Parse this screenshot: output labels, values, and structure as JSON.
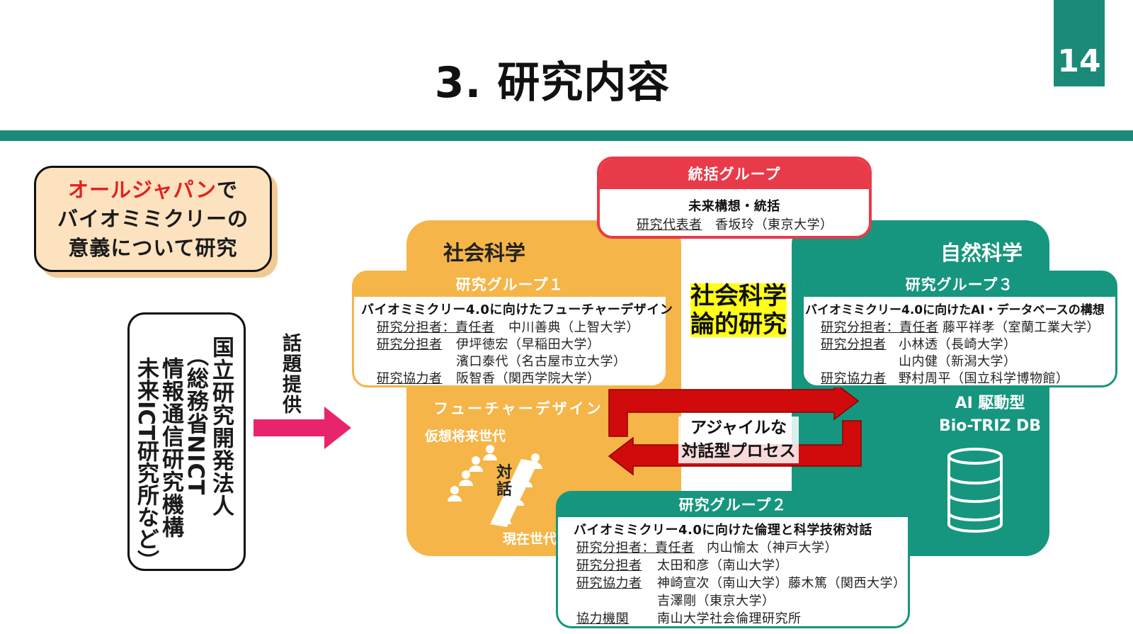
{
  "header": {
    "title": "3. 研究内容",
    "page_number": "14"
  },
  "left": {
    "all_japan_red": "オールジャパン",
    "all_japan_rest": "で",
    "all_japan_line2": "バイオミミクリーの",
    "all_japan_line3": "意義について研究",
    "org_lines": [
      "国立研究開発法人",
      "（総務省NICT",
      "情報通信研究機構",
      "未来ICT研究所など）"
    ],
    "topic_label": "話題提供"
  },
  "panels": {
    "social_title": "社会科学",
    "natural_title": "自然科学"
  },
  "control_group": {
    "title": "統括グループ",
    "subtitle": "未来構想・統括",
    "role": "研究代表者",
    "person": "香坂玲（東京大学）"
  },
  "group1": {
    "title": "研究グループ１",
    "theme": "バイオミミクリー4.0に向けたフューチャーデザイン",
    "lines": [
      {
        "role": "研究分担者：責任者",
        "person": "中川善典（上智大学）"
      },
      {
        "role": "研究分担者",
        "person": "伊坪徳宏（早稲田大学）"
      },
      {
        "role": "",
        "person": "濱口泰代（名古屋市立大学）"
      },
      {
        "role": "研究協力者",
        "person": "阪智香（関西学院大学）"
      }
    ]
  },
  "group3": {
    "title": "研究グループ３",
    "theme": "バイオミミクリー4.0に向けたAI・データベースの構想",
    "lines": [
      {
        "role": "研究分担者：責任者",
        "person": "藤平祥孝（室蘭工業大学）"
      },
      {
        "role": "研究分担者",
        "person": "小林透（長崎大学）"
      },
      {
        "role": "",
        "person": "山内健（新潟大学）"
      },
      {
        "role": "研究協力者",
        "person": "野村周平（国立科学博物館）"
      }
    ]
  },
  "group2": {
    "title": "研究グループ２",
    "theme": "バイオミミクリー4.0に向けた倫理と科学技術対話",
    "lines": [
      {
        "role": "研究分担者：責任者",
        "person": "内山愉太（神戸大学）"
      },
      {
        "role": "研究分担者",
        "person": "太田和彦（南山大学）"
      },
      {
        "role": "研究協力者",
        "person": "神崎宣次（南山大学）藤木篤（関西大学）"
      },
      {
        "role": "",
        "person": "吉澤剛（東京大学）"
      },
      {
        "role": "協力機関",
        "person": "南山大学社会倫理研究所"
      }
    ]
  },
  "center": {
    "highlight_line1": "社会科学",
    "highlight_line2": "論的研究",
    "agile_line1": "アジャイルな",
    "agile_line2": "対話型プロセス"
  },
  "social_illustration": {
    "fd_label": "フューチャーデザイン",
    "virtual_label": "仮想将来世代",
    "current_label": "現在世代",
    "dialog_label": "対話"
  },
  "natural_illustration": {
    "ai_line1": "AI 駆動型",
    "ai_line2": "Bio-TRIZ DB"
  },
  "colors": {
    "teal": "#1b8a78",
    "orange": "#f5b548",
    "green": "#16967e",
    "red": "#e83a49",
    "arrow_red": "#d10b0b",
    "arrow_pink": "#e8246c",
    "yellow": "#ffff1a"
  }
}
